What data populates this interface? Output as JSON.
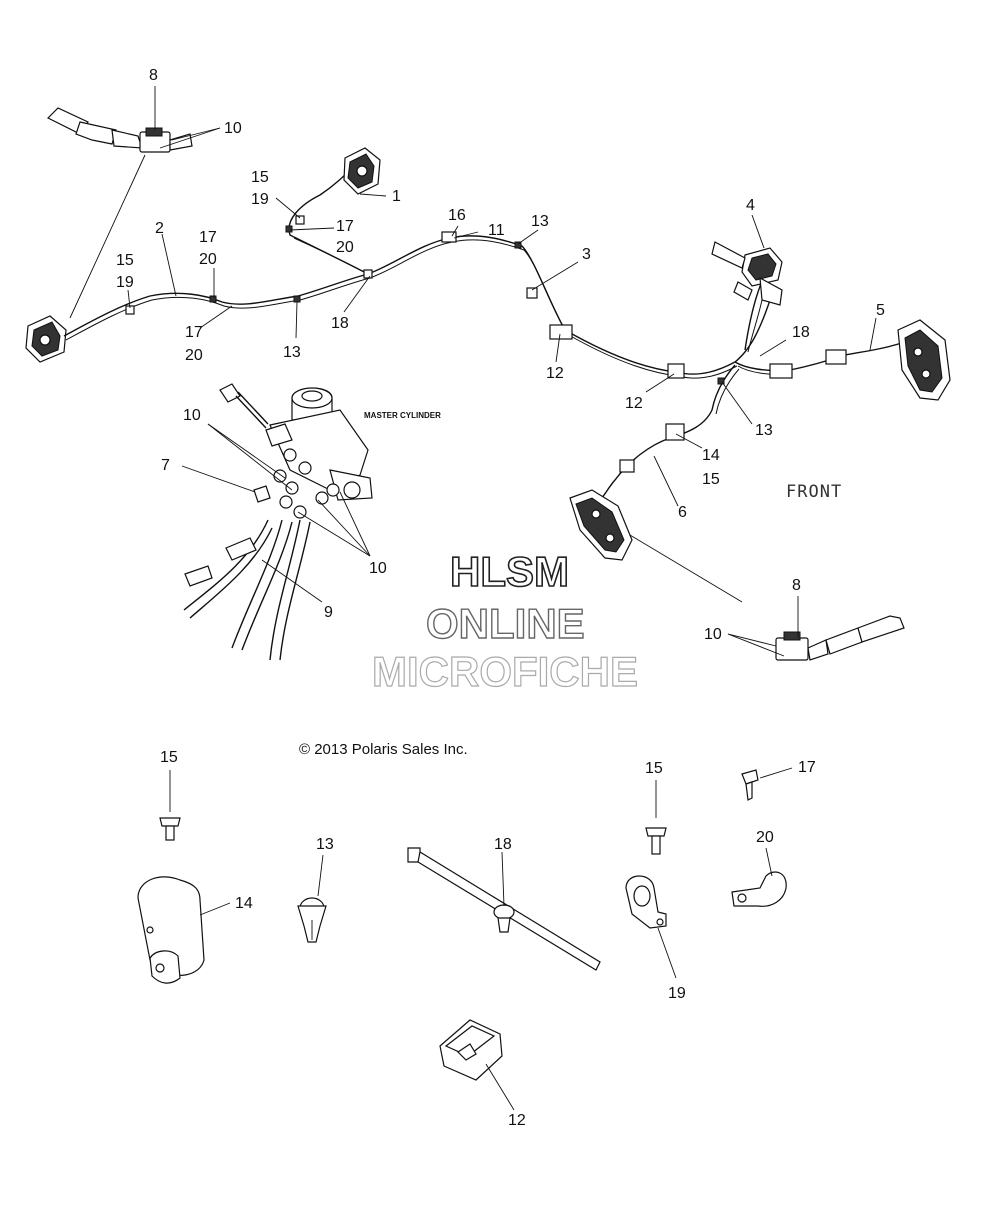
{
  "diagram": {
    "header_label": "MASTER CYLINDER",
    "front_label": "FRONT",
    "copyright": "© 2013 Polaris Sales Inc.",
    "watermark": {
      "line1": "HLSM",
      "line2": "ONLINE",
      "line3": "MICROFICHE"
    },
    "callouts": {
      "c8_top": "8",
      "c10_top": "10",
      "c1": "1",
      "c15_a": "15",
      "c19_a": "19",
      "c17_a": "17",
      "c20_a": "20",
      "c16": "16",
      "c11": "11",
      "c13_a": "13",
      "c3": "3",
      "c4": "4",
      "c2": "2",
      "c17_b": "17",
      "c20_b": "20",
      "c15_b": "15",
      "c19_b": "19",
      "c17_c": "17",
      "c20_c": "20",
      "c13_b": "13",
      "c18_a": "18",
      "c12_a": "12",
      "c5": "5",
      "c18_b": "18",
      "c12_b": "12",
      "c13_c": "13",
      "c10_mid": "10",
      "c7": "7",
      "c10_low": "10",
      "c9": "9",
      "c14_a": "14",
      "c15_c": "15",
      "c6": "6",
      "c8_bottom": "8",
      "c10_bottom": "10",
      "c15_part": "15",
      "c13_part": "13",
      "c14_part": "14",
      "c18_part": "18",
      "c15_part2": "15",
      "c17_part": "17",
      "c20_part": "20",
      "c19_part": "19",
      "c12_part": "12"
    }
  }
}
